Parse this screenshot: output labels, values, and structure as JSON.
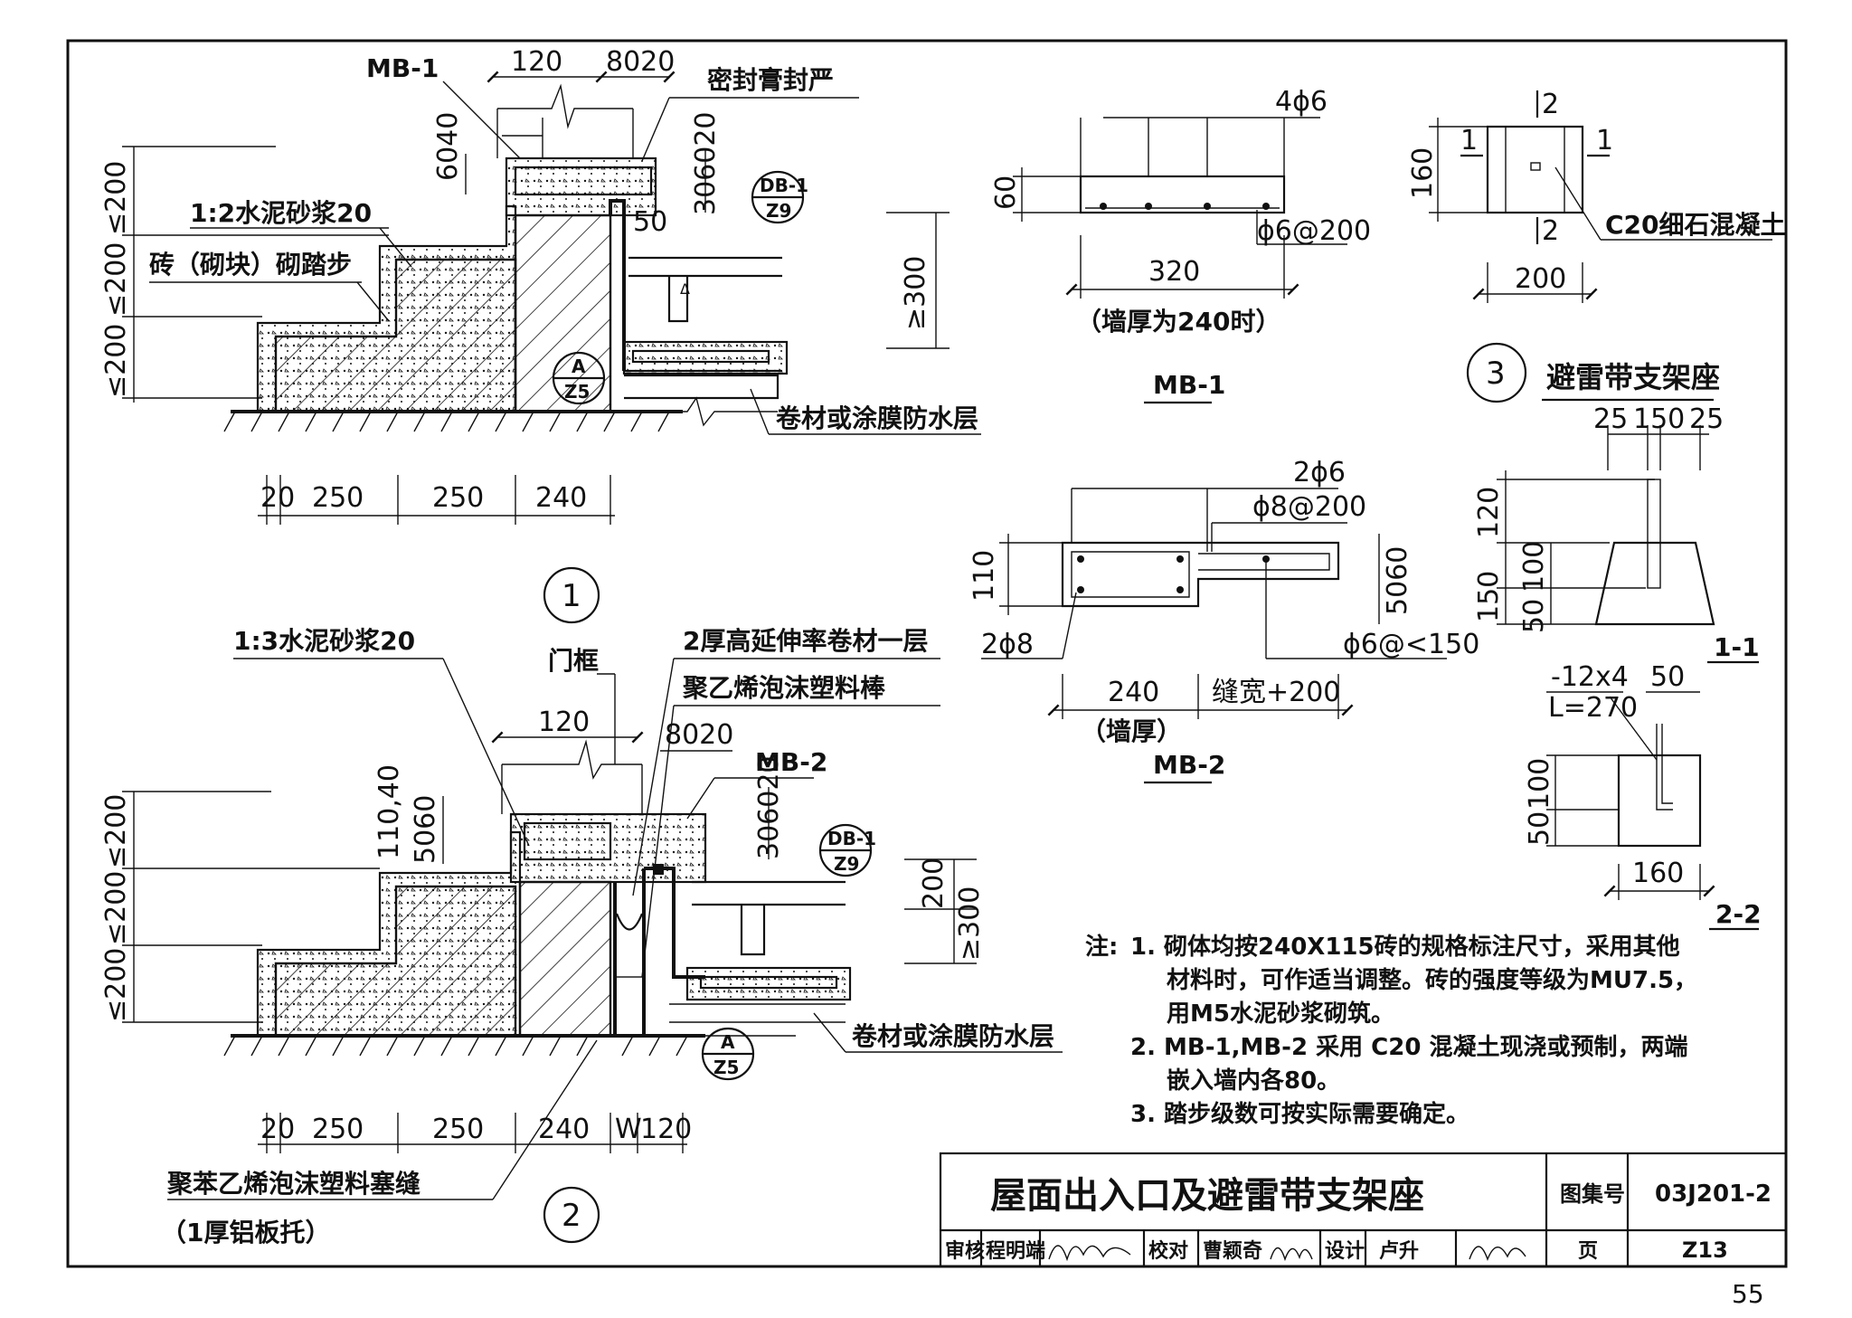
{
  "sheet": {
    "page_number": "55",
    "title_block": {
      "title": "屋面出入口及避雷带支架座",
      "atlas_label": "图集号",
      "atlas_no": "03J201-2",
      "page_label": "页",
      "page_no": "Z13",
      "review_label": "审核",
      "reviewer": "程明端",
      "check_label": "校对",
      "checker": "曹颖奇",
      "design_label": "设计",
      "designer": "卢升"
    }
  },
  "detail1": {
    "number": "1",
    "mb1_tag": "MB-1",
    "dim_120": "120",
    "dim_8020": "8020",
    "sealant": "密封膏封严",
    "dim_6040": "6040",
    "dim_306020": "306020",
    "dim_50": "50",
    "mortar": "1:2水泥砂浆20",
    "brick_steps": "砖（砌块）砌踏步",
    "rise1": "≤200",
    "rise2": "≤200",
    "rise3": "≤200",
    "min300": "≥300",
    "ref_db1_top": "DB-1",
    "ref_db1_bot": "Z9",
    "ref_a_top": "A",
    "ref_a_bot": "Z5",
    "waterproof": "卷材或涂膜防水层",
    "bottom_dims": [
      "20",
      "250",
      "250",
      "240"
    ]
  },
  "detail2": {
    "number": "2",
    "mortar": "1:3水泥砂浆20",
    "door_frame": "门框",
    "membrane": "2厚高延伸率卷材一层",
    "foam_rod": "聚乙烯泡沫塑料棒",
    "dim_120": "120",
    "dim_8020": "8020",
    "mb2_tag": "MB-2",
    "dim_11040": "110,40",
    "dim_5060": "5060",
    "dim_306020": "306020",
    "rise1": "≤200",
    "rise2": "≤200",
    "rise3": "≤200",
    "dim_200": "200",
    "min300": "≥300",
    "ref_db1_top": "DB-1",
    "ref_db1_bot": "Z9",
    "ref_a_top": "A",
    "ref_a_bot": "Z5",
    "waterproof": "卷材或涂膜防水层",
    "bottom_dims": [
      "20",
      "250",
      "250",
      "240",
      "W",
      "120"
    ],
    "filler": "聚苯乙烯泡沫塑料塞缝",
    "filler_note": "（1厚铝板托）"
  },
  "mb1": {
    "bars_top": "4ϕ6",
    "dim_60": "60",
    "stirrup": "ϕ6@200",
    "dim_320": "320",
    "wall_note": "（墙厚为240时）",
    "name": "MB-1"
  },
  "mb2": {
    "bars_top": "2ϕ6",
    "stirrup": "ϕ8@200",
    "dim_110": "110",
    "dim_5060": "5060",
    "bars_bot": "2ϕ8",
    "bars_right": "ϕ6@<150",
    "dim_240": "240",
    "dim_gap": "缝宽+200",
    "wall_note": "（墙厚）",
    "name": "MB-2"
  },
  "detail3": {
    "dim_160": "160",
    "sec1": "1",
    "sec2": "2",
    "concrete": "C20细石混凝土",
    "dim_200": "200",
    "number": "3",
    "name": "避雷带支架座",
    "sec11_dims": [
      "25",
      "150",
      "25"
    ],
    "sec11_vdims": [
      "120",
      "150",
      "50",
      "100"
    ],
    "sec11_name": "1-1",
    "flat_bar": "-12x4",
    "length": "L=270",
    "dim_50": "50",
    "sec22_vdims": [
      "50",
      "100"
    ],
    "sec22_dim160": "160",
    "sec22_name": "2-2"
  },
  "notes": {
    "prefix": "注:",
    "lines": [
      "1. 砌体均按240X115砖的规格标注尺寸，采用其他",
      "材料时，可作适当调整。砖的强度等级为MU7.5，",
      "用M5水泥砂浆砌筑。",
      "2. MB-1,MB-2 采用 C20 混凝土现浇或预制，两端",
      "嵌入墙内各80。",
      "3. 踏步级数可按实际需要确定。"
    ]
  }
}
